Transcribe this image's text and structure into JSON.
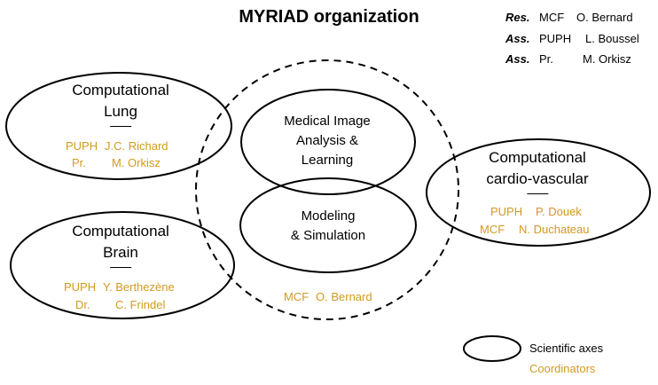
{
  "title": "MYRIAD organization",
  "staff": [
    {
      "role": "Res.",
      "rank": "MCF",
      "name": "O. Bernard"
    },
    {
      "role": "Ass.",
      "rank": "PUPH",
      "name": "L. Boussel"
    },
    {
      "role": "Ass.",
      "rank": "Pr.",
      "name": "M. Orkisz"
    }
  ],
  "axes": {
    "lung": {
      "label_1": "Computational",
      "label_2": "Lung",
      "coordinators": [
        {
          "rank": "PUPH",
          "name": "J.C. Richard"
        },
        {
          "rank": "Pr.",
          "name": "M. Orkisz"
        }
      ]
    },
    "brain": {
      "label_1": "Computational",
      "label_2": "Brain",
      "coordinators": [
        {
          "rank": "PUPH",
          "name": "Y. Berthezène"
        },
        {
          "rank": "Dr.",
          "name": "C. Frindel"
        }
      ]
    },
    "cardio": {
      "label_1": "Computational",
      "label_2": "cardio-vascular",
      "coordinators": [
        {
          "rank": "PUPH",
          "name": "P. Douek"
        },
        {
          "rank": "MCF",
          "name": "N. Duchateau"
        }
      ]
    },
    "image": {
      "label_1": "Medical Image",
      "label_2": "Analysis &",
      "label_3": "Learning"
    },
    "modeling": {
      "label_1": "Modeling",
      "label_2": "& Simulation"
    }
  },
  "core_coordinator": {
    "rank": "MCF",
    "name": "O. Bernard"
  },
  "legend": {
    "axes_label": "Scientific axes",
    "coordinators_label": "Coordinators"
  },
  "colors": {
    "coordinator": "#d29a1f",
    "line": "#000000"
  }
}
